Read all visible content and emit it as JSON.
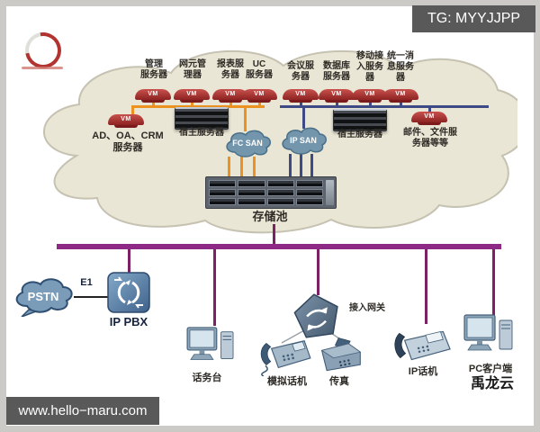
{
  "badge": {
    "text": "TG: MYYJJPP"
  },
  "watermark": {
    "text": "www.hello−maru.com"
  },
  "vm_label": "VM",
  "colors": {
    "orange_bus": "#EC9220",
    "blue_bus": "#3D4A85",
    "purple_bus": "#8E2A85",
    "drop_purple": "#7B2164",
    "vm_red": "#A93030",
    "cloud_fill": "#EAE6D5",
    "san_blue": "#7396AD",
    "badge_gray": "#595959"
  },
  "cloud": {
    "left_cluster": {
      "servers": [
        {
          "label": "管理\n服务器"
        },
        {
          "label": "网元管\n理器"
        },
        {
          "label": "报表服\n务器"
        },
        {
          "label": "UC\n服务器"
        }
      ],
      "extra_server": {
        "label": "AD、OA、CRM\n服务器"
      },
      "host": {
        "label": "宿主服务器"
      }
    },
    "right_cluster": {
      "servers": [
        {
          "label": "会议服\n务器"
        },
        {
          "label": "数据库\n服务器"
        },
        {
          "label": "移动接\n入服务\n器"
        },
        {
          "label": "统一消\n息服务\n器"
        }
      ],
      "extra_server": {
        "label": "邮件、文件服\n务器等等"
      },
      "host": {
        "label": "宿主服务器"
      }
    },
    "fc_san": {
      "label": "FC SAN"
    },
    "ip_san": {
      "label": "IP SAN"
    },
    "storage": {
      "label": "存储池"
    }
  },
  "telephony": {
    "pstn": {
      "label": "PSTN"
    },
    "e1": {
      "label": "E1"
    },
    "ippbx": {
      "label": "IP PBX"
    },
    "gateway": {
      "label": "接入网关"
    },
    "devices": [
      {
        "label": "话务台"
      },
      {
        "label": "模拟话机"
      },
      {
        "label": "传真"
      },
      {
        "label": "IP话机"
      },
      {
        "label": "PC客户端"
      }
    ],
    "brand": {
      "label": "禹龙云"
    }
  }
}
